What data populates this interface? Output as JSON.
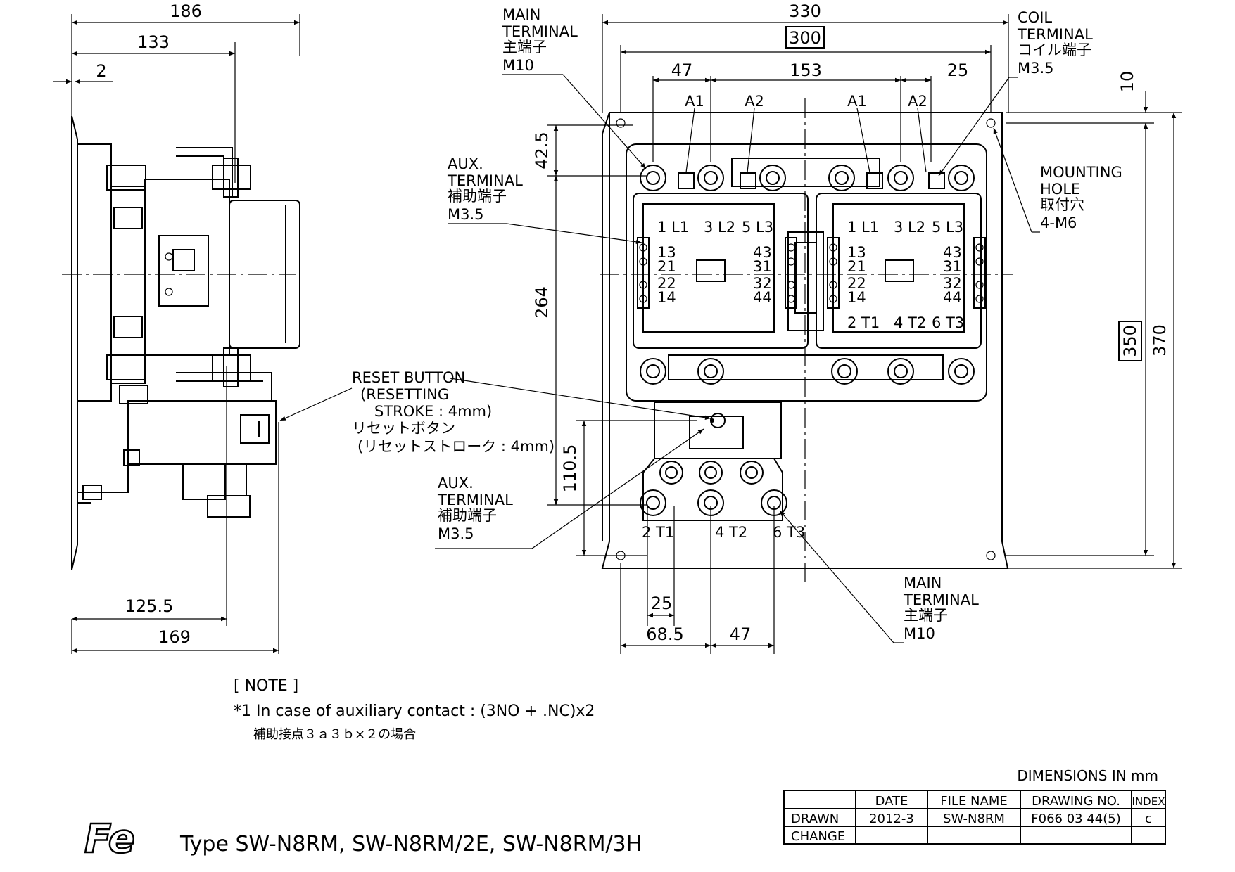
{
  "dimensions": {
    "side_top_186": "186",
    "side_top_133": "133",
    "side_top_2": "2",
    "side_bottom_125_5": "125.5",
    "side_bottom_169": "169",
    "front_top_330": "330",
    "front_top_300": "300",
    "front_top_47": "47",
    "front_top_153": "153",
    "front_top_25": "25",
    "front_right_10": "10",
    "front_right_350": "350",
    "front_right_370": "370",
    "front_left_42_5": "42.5",
    "front_left_264": "264",
    "front_left_110_5": "110.5",
    "front_bottom_25": "25",
    "front_bottom_68_5": "68.5",
    "front_bottom_47": "47"
  },
  "coil_labels": {
    "a1": "A1",
    "a2": "A2"
  },
  "terminal_marks": {
    "l1": "1 L1",
    "l2": "3 L2",
    "l3": "5 L3",
    "t1": "2 T1",
    "t2": "4 T2",
    "t3": "6 T3",
    "aux_left": [
      "13",
      "21",
      "22",
      "14"
    ],
    "aux_right": [
      "43",
      "31",
      "32",
      "44"
    ]
  },
  "callouts": {
    "main_terminal_top": [
      "MAIN",
      "TERMINAL",
      "主端子",
      "M10"
    ],
    "coil_terminal": [
      "COIL",
      "TERMINAL",
      "コイル端子",
      "M3.5"
    ],
    "aux_terminal_top": [
      "AUX.",
      "TERMINAL",
      "補助端子",
      "M3.5"
    ],
    "mounting_hole": [
      "MOUNTING",
      "HOLE",
      "取付穴",
      "4-M6"
    ],
    "reset_button": [
      "RESET BUTTON",
      "(RESETTING",
      "STROKE : 4mm)",
      "リセットボタン",
      "(リセットストローク : 4mm)"
    ],
    "aux_terminal_bottom": [
      "AUX.",
      "TERMINAL",
      "補助端子",
      "M3.5"
    ],
    "main_terminal_bottom": [
      "MAIN",
      "TERMINAL",
      "主端子",
      "M10"
    ]
  },
  "note": {
    "heading": "[ NOTE ]",
    "line1": "*1 In case of auxiliary contact : (3NO + .NC)x2",
    "line2": "補助接点３ａ３ｂ×２の場合"
  },
  "title_block": {
    "units": "DIMENSIONS IN mm",
    "headers": [
      "DATE",
      "FILE NAME",
      "DRAWING NO.",
      "INDEX"
    ],
    "row_drawn": {
      "label": "DRAWN",
      "date": "2012-3",
      "file_name": "SW-N8RM",
      "drawing_no": "F066 03 44(5)",
      "index": "c"
    },
    "row_change": {
      "label": "CHANGE"
    }
  },
  "logo": "Fe",
  "product_type": "Type SW-N8RM, SW-N8RM/2E, SW-N8RM/3H"
}
